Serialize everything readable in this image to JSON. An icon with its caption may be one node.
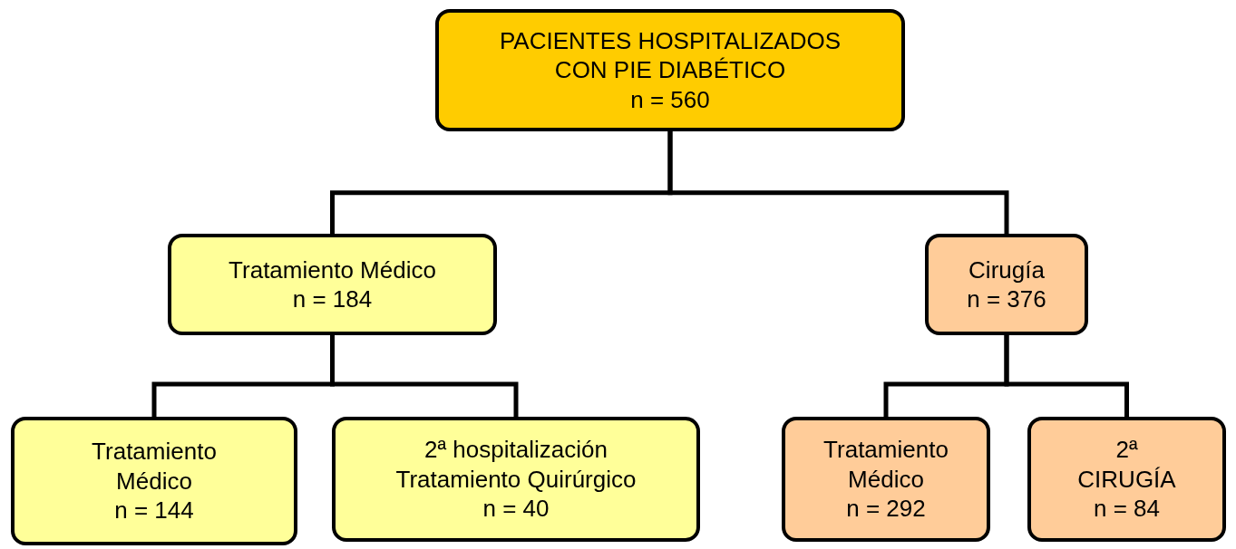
{
  "diagram": {
    "nodes": [
      {
        "text": [
          "PACIENTES HOSPITALIZADOS CON PIE DIABÉTICO",
          "n = 560"
        ]
      },
      {
        "text": [
          "Tratamiento Médico",
          "n = 184"
        ]
      },
      {
        "text": [
          "Cirugía",
          "n = 376"
        ]
      },
      {
        "text": [
          "Tratamiento Médico",
          "n = 144"
        ]
      },
      {
        "text": [
          "2ª hospitalización Tratamiento Quirúrgico",
          "n = 40"
        ]
      },
      {
        "text": [
          "Tratamiento Médico",
          "n = 292"
        ]
      },
      {
        "text": [
          "2ª CIRUGÍA",
          "n = 84"
        ]
      }
    ],
    "edges": [
      {
        "from": 0,
        "to": 1,
        "arrow": "none"
      },
      {
        "from": 0,
        "to": 2,
        "arrow": "none"
      },
      {
        "from": 1,
        "to": 3,
        "arrow": "none"
      },
      {
        "from": 1,
        "to": 4,
        "arrow": "none"
      },
      {
        "from": 2,
        "to": 5,
        "arrow": "none"
      },
      {
        "from": 2,
        "to": 6,
        "arrow": "none"
      }
    ]
  }
}
